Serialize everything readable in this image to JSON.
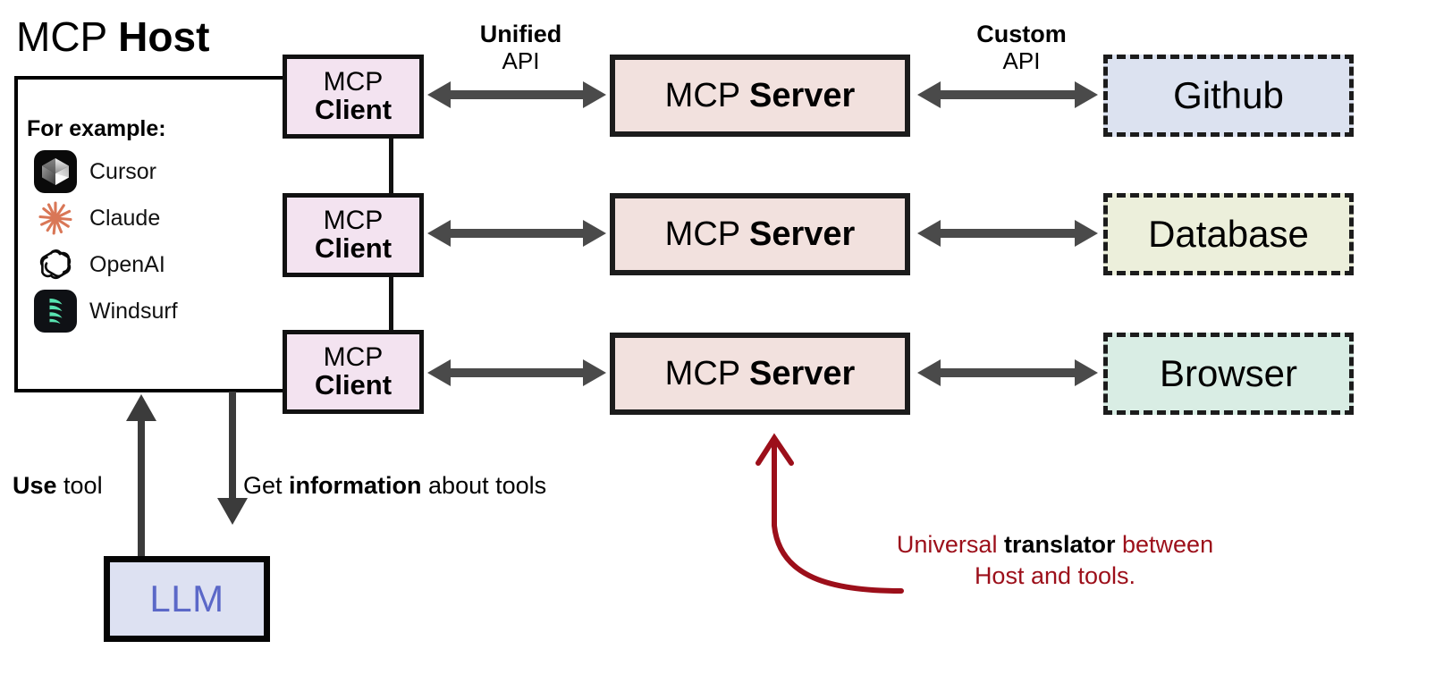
{
  "diagram": {
    "host": {
      "title_regular": "MCP ",
      "title_bold": "Host",
      "for_example_label": "For example:",
      "examples": [
        {
          "label": "Cursor",
          "icon": "cursor-icon"
        },
        {
          "label": "Claude",
          "icon": "claude-icon"
        },
        {
          "label": "OpenAI",
          "icon": "openai-icon"
        },
        {
          "label": "Windsurf",
          "icon": "windsurf-icon"
        }
      ]
    },
    "clients": [
      {
        "line1": "MCP",
        "line2": "Client"
      },
      {
        "line1": "MCP",
        "line2": "Client"
      },
      {
        "line1": "MCP",
        "line2": "Client"
      }
    ],
    "servers": [
      {
        "regular": "MCP ",
        "bold": "Server"
      },
      {
        "regular": "MCP ",
        "bold": "Server"
      },
      {
        "regular": "MCP ",
        "bold": "Server"
      }
    ],
    "tools": [
      {
        "label": "Github",
        "fill": "#dce2f0"
      },
      {
        "label": "Database",
        "fill": "#ecefdb"
      },
      {
        "label": "Browser",
        "fill": "#d9ede4"
      }
    ],
    "connection_labels": [
      {
        "top": "Unified",
        "bottom": "API"
      },
      {
        "top": "Custom",
        "bottom": "API"
      }
    ],
    "flows": [
      {
        "bold": "Use",
        "rest": " tool"
      },
      {
        "pre": "Get ",
        "bold": "information",
        "post": " about tools"
      }
    ],
    "llm": {
      "label": "LLM"
    },
    "note": {
      "line1_pre": "Universal ",
      "line1_bold": "translator",
      "line1_post": " between",
      "line2": "Host and tools."
    },
    "colors": {
      "client_fill": "#f3e3f0",
      "server_fill": "#f2e1de",
      "llm_fill": "#dde1f2",
      "llm_text": "#5b68c8",
      "arrow_gray": "#4a4a4a",
      "note_red": "#9c0f1a",
      "box_border": "#111111",
      "claude_orange": "#d97757",
      "windsurf_teal": "#58e3b0"
    }
  }
}
